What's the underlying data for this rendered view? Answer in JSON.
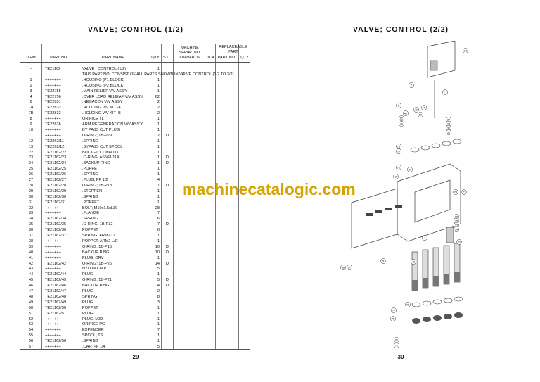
{
  "left_page": {
    "title": "VALVE; CONTROL (1/2)",
    "page_number": "29"
  },
  "right_page": {
    "title": "VALVE; CONTROL (2/2)",
    "page_number": "30"
  },
  "watermark": "machinecatalogic.com",
  "colors": {
    "watermark": "#d4a400",
    "rule": "#555555"
  },
  "table": {
    "headers": {
      "item": "ITEM",
      "part_no": "PART NO.",
      "part_name": "PART NAME",
      "qty": "QTY",
      "sc": "S.C.",
      "machine_serial": "MACHINE SERIAL NO. ONWARDS",
      "machine_serial_l1": "MACHINE",
      "machine_serial_l2": "SERIAL NO.",
      "machine_serial_l3": "ONWARDS",
      "ica": "ICA",
      "replaceable_part": "REPLACEABLE PART",
      "replaceable_l1": "REPLACEABLE",
      "replaceable_l2": "PART",
      "rep_part_no": "PART NO.",
      "rep_qty": "QTY"
    },
    "note": "THIS PART NO. CONSIST OF ALL PARTS SHOWN IN VALVE CONTROL (1/2 TO 2/2)",
    "rows": [
      {
        "item": "--",
        "part": "TE21162",
        "name": "VALVE ; CONTROL  (1/2)",
        "qty": "1",
        "sc": ""
      },
      {
        "item": "",
        "part": "",
        "name": "",
        "qty": "",
        "sc": "",
        "note": true
      },
      {
        "item": "1",
        "part": "+++++++",
        "name": ".HOUSING (P1 BLOCK)",
        "qty": "1",
        "sc": ""
      },
      {
        "item": "2",
        "part": "+++++++",
        "name": ".HOUSING (P2 BLOCK)",
        "qty": "1",
        "sc": ""
      },
      {
        "item": "3",
        "part": "TE22755",
        "name": ".MAIN RELIEF V/V ASS'Y",
        "qty": "1",
        "sc": ""
      },
      {
        "item": "4",
        "part": "TE22756",
        "name": ".OVER LOAD RELIEAF V/V ASS'Y",
        "qty": "62",
        "sc": ""
      },
      {
        "item": "6",
        "part": "TE22831",
        "name": ".NEGACON V/V ASS'Y",
        "qty": "2",
        "sc": ""
      },
      {
        "item": "7A",
        "part": "TE22832",
        "name": ".HOLDING V/V KIT -A",
        "qty": "2",
        "sc": ""
      },
      {
        "item": "7B",
        "part": "TE22833",
        "name": ".HOLDING V/V KIT -B",
        "qty": "2",
        "sc": ""
      },
      {
        "item": "8",
        "part": "+++++++",
        "name": "ORIFICE TL",
        "qty": "1",
        "sc": ""
      },
      {
        "item": "9",
        "part": "TE22836",
        "name": "ARM REGENERATION V/V ASS'Y",
        "qty": "1",
        "sc": ""
      },
      {
        "item": "10",
        "part": "+++++++",
        "name": "BY PASS CUT PLUG",
        "qty": "1",
        "sc": ""
      },
      {
        "item": "11",
        "part": "+++++++",
        "name": "O-RING; 1B-P29",
        "qty": "2",
        "sc": "D"
      },
      {
        "item": "12",
        "part": "TE2262/11",
        "name": ".SPRING",
        "qty": "1",
        "sc": ""
      },
      {
        "item": "13",
        "part": "TE2262/12",
        "name": ".BYPASS CUT SPOOL",
        "qty": "1",
        "sc": ""
      },
      {
        "item": "22",
        "part": "TE21162/22",
        "name": "BUCKET; CONFLUX",
        "qty": "1",
        "sc": ""
      },
      {
        "item": "23",
        "part": "TE21162/23",
        "name": ".O-RING; AS568-114",
        "qty": "1",
        "sc": "D"
      },
      {
        "item": "24",
        "part": "TE21162/24",
        "name": ".BACKUP RING",
        "qty": "1",
        "sc": "D"
      },
      {
        "item": "25",
        "part": "TE21162/25",
        "name": ".POPPET",
        "qty": "1",
        "sc": ""
      },
      {
        "item": "26",
        "part": "TE21162/26",
        "name": ".SPRING",
        "qty": "1",
        "sc": ""
      },
      {
        "item": "27",
        "part": "TE21162/27",
        "name": ".PLUG; PF 1/2",
        "qty": "4",
        "sc": ""
      },
      {
        "item": "28",
        "part": "TE21162/28",
        "name": "O-RING; 1B-P18",
        "qty": "7",
        "sc": "D"
      },
      {
        "item": "29",
        "part": "TE21162/29",
        "name": ".STOPPER",
        "qty": "1",
        "sc": ""
      },
      {
        "item": "30",
        "part": "TE21162/30",
        "name": ".SPRING",
        "qty": "1",
        "sc": ""
      },
      {
        "item": "31",
        "part": "TE21162/31",
        "name": ".POPPET",
        "qty": "1",
        "sc": ""
      },
      {
        "item": "32",
        "part": "+++++++",
        "name": "BOLT; M10x1.5xL30",
        "qty": "28",
        "sc": ""
      },
      {
        "item": "33",
        "part": "+++++++",
        "name": ".FLANGE",
        "qty": "7",
        "sc": ""
      },
      {
        "item": "34",
        "part": "TE21162/34",
        "name": ".SPRING",
        "qty": "6",
        "sc": ""
      },
      {
        "item": "35",
        "part": "TE21162/35",
        "name": ".O-RING; 1B-P32",
        "qty": "7",
        "sc": "D"
      },
      {
        "item": "36",
        "part": "TE21162/36",
        "name": "POPPET",
        "qty": "6",
        "sc": ""
      },
      {
        "item": "37",
        "part": "TE21162/37",
        "name": "SPRING; ARM2 L/C",
        "qty": "1",
        "sc": ""
      },
      {
        "item": "38",
        "part": "+++++++",
        "name": "POPPET; ARM2 L/C",
        "qty": "1",
        "sc": ""
      },
      {
        "item": "39",
        "part": "+++++++",
        "name": "O-RING; 1B-P16",
        "qty": "10",
        "sc": "D"
      },
      {
        "item": "40",
        "part": "+++++++",
        "name": "BACKUP RING",
        "qty": "10",
        "sc": "D"
      },
      {
        "item": "41",
        "part": "+++++++",
        "name": "PLUG; ORV",
        "qty": "1",
        "sc": ""
      },
      {
        "item": "42",
        "part": "TE21162/42",
        "name": "O-RING; 1B-P26",
        "qty": "14",
        "sc": "D"
      },
      {
        "item": "43",
        "part": "+++++++",
        "name": "NYLON CHIP",
        "qty": "5",
        "sc": ""
      },
      {
        "item": "44",
        "part": "TE21162/44",
        "name": "PLUG",
        "qty": "1",
        "sc": ""
      },
      {
        "item": "45",
        "part": "TE21162/45",
        "name": "O-RING; 1B-P21",
        "qty": "5",
        "sc": "D"
      },
      {
        "item": "46",
        "part": "TE21162/46",
        "name": "BACKUP RING",
        "qty": "4",
        "sc": "D"
      },
      {
        "item": "47",
        "part": "TE21162/47",
        "name": "PLUG",
        "qty": "2",
        "sc": ""
      },
      {
        "item": "48",
        "part": "TE21162/48",
        "name": "SPRING",
        "qty": "8",
        "sc": ""
      },
      {
        "item": "49",
        "part": "TE21162/49",
        "name": "PLUG",
        "qty": "3",
        "sc": ""
      },
      {
        "item": "50",
        "part": "TE21162/50",
        "name": "POPPET",
        "qty": "1",
        "sc": ""
      },
      {
        "item": "51",
        "part": "TE21162/51",
        "name": "PLUG",
        "qty": "1",
        "sc": ""
      },
      {
        "item": "52",
        "part": "+++++++",
        "name": "PLUG; M30",
        "qty": "1",
        "sc": ""
      },
      {
        "item": "53",
        "part": "+++++++",
        "name": "ORIFICE PG",
        "qty": "1",
        "sc": ""
      },
      {
        "item": "54",
        "part": "+++++++",
        "name": "EXPENDER",
        "qty": "7",
        "sc": ""
      },
      {
        "item": "55",
        "part": "+++++++",
        "name": "SPOOL; TS",
        "qty": "1",
        "sc": ""
      },
      {
        "item": "56",
        "part": "TE21162/56",
        "name": ".SPRING",
        "qty": "1",
        "sc": ""
      },
      {
        "item": "57",
        "part": "+++++++",
        "name": ".CAP; PF 1/4",
        "qty": "5",
        "sc": ""
      }
    ]
  },
  "diagram": {
    "callouts": [
      "7-2",
      "7",
      "7-1",
      "6",
      "4",
      "79",
      "41",
      "60",
      "62",
      "40",
      "27",
      "28",
      "30",
      "31",
      "78",
      "70",
      "71",
      "27",
      "2",
      "74",
      "73",
      "26",
      "25",
      "23",
      "24",
      "22",
      "4",
      "5",
      "42",
      "66",
      "67",
      "76",
      "77",
      "75",
      "80",
      "72"
    ]
  }
}
